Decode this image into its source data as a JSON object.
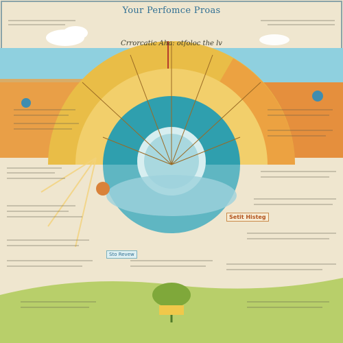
{
  "poster": {
    "title": "Your Perfomce Proas",
    "arc_label": "Crrorcatic Aha: otfoloc the lv",
    "history_label": "Setit Histeg",
    "revew_label": "Sto Revew"
  },
  "colors": {
    "background": "#efe6cf",
    "yellow_band": "#e9bd47",
    "orange_band": "#e58f3d",
    "teal_inner": "#2f9fae",
    "light_teal": "#8ccad3",
    "sky": "#8fd0df",
    "green_field": "#b8cf6a",
    "title_blue": "#2f6f93"
  },
  "icons": [
    "cloud-icon",
    "sun-rays-icon",
    "globe-icon",
    "tree-icon",
    "book-icon"
  ]
}
